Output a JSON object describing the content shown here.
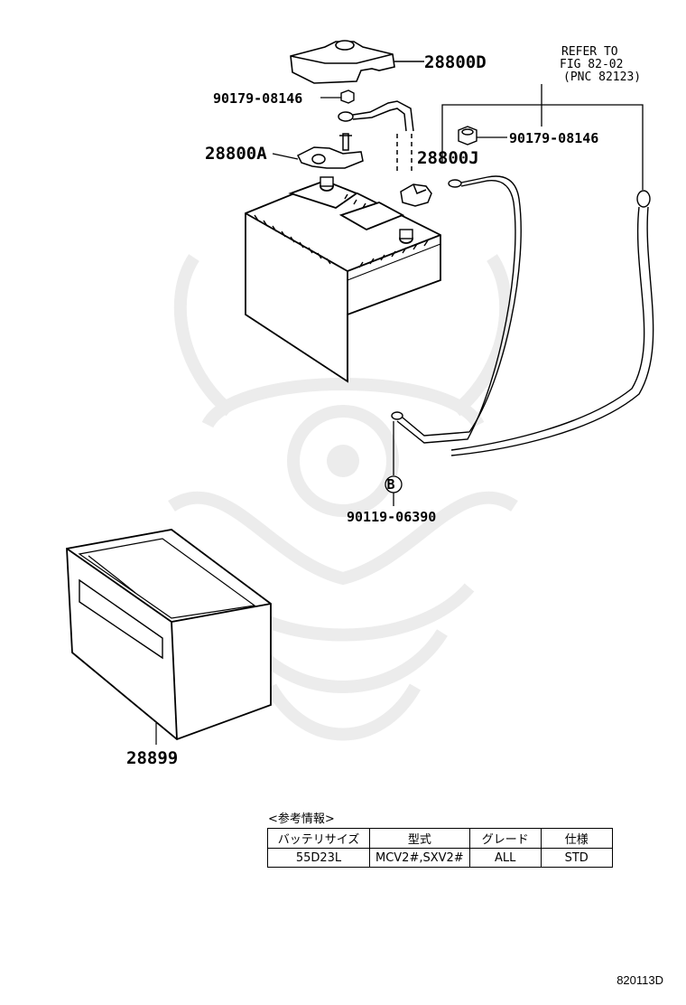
{
  "labels": {
    "d": "28800D",
    "nut_top": "90179-08146",
    "a": "28800A",
    "j": "28800J",
    "nut_right": "90179-08146",
    "bolt": "90119-06390",
    "b_marker": "B",
    "tray": "28899",
    "refer_line1": "REFER TO",
    "refer_line2": "FIG 82-02",
    "refer_line3": "(PNC 82123)"
  },
  "info": {
    "title": "<参考情報>",
    "headers": [
      "バッテリサイズ",
      "型式",
      "グレード",
      "仕様"
    ],
    "row": [
      "55D23L",
      "MCV2#,SXV2#",
      "ALL",
      "STD"
    ]
  },
  "footer_code": "820113D"
}
